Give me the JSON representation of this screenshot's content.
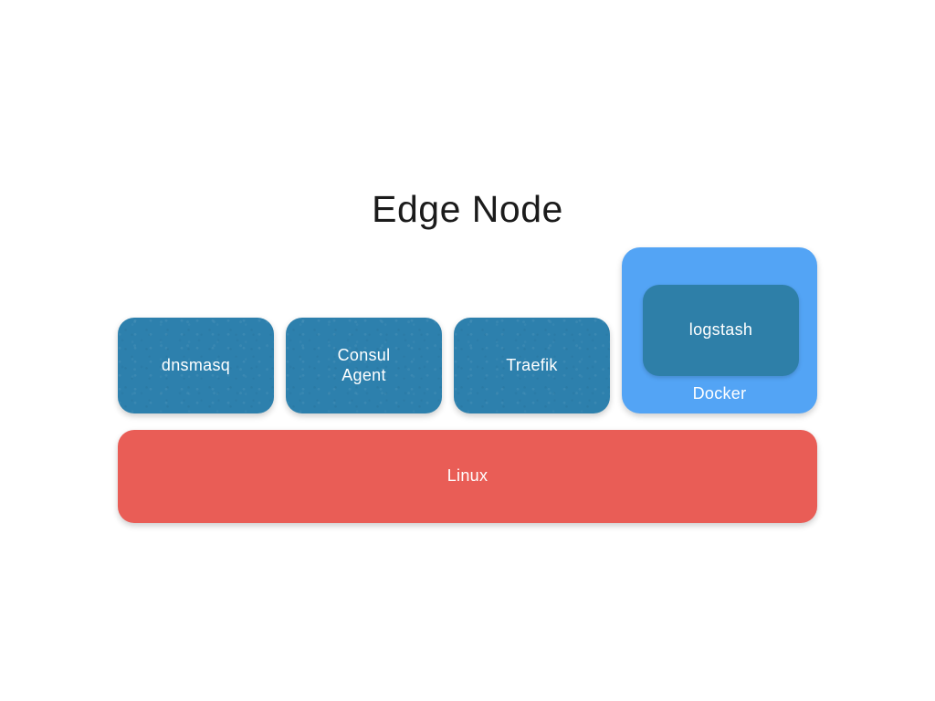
{
  "diagram": {
    "title": "Edge Node",
    "title_color": "#1b1b1b",
    "background_color": "#ffffff",
    "type": "layered-architecture-stack",
    "colors": {
      "service_box": "#2d80ad",
      "container_host": "#53a4f5",
      "container_inner": "#2e7fa8",
      "os_layer": "#e95d56",
      "label_text": "#ffffff"
    },
    "layers": [
      {
        "name": "services",
        "nodes": [
          {
            "id": "dnsmasq",
            "label": "dnsmasq",
            "color": "#2d80ad"
          },
          {
            "id": "consul",
            "label": "Consul\nAgent",
            "color": "#2d80ad"
          },
          {
            "id": "traefik",
            "label": "Traefik",
            "color": "#2d80ad"
          },
          {
            "id": "docker",
            "label": "Docker",
            "color": "#53a4f5",
            "children": [
              {
                "id": "logstash",
                "label": "logstash",
                "color": "#2e7fa8"
              }
            ]
          }
        ]
      },
      {
        "name": "operating-system",
        "nodes": [
          {
            "id": "linux",
            "label": "Linux",
            "color": "#e95d56"
          }
        ]
      }
    ]
  }
}
